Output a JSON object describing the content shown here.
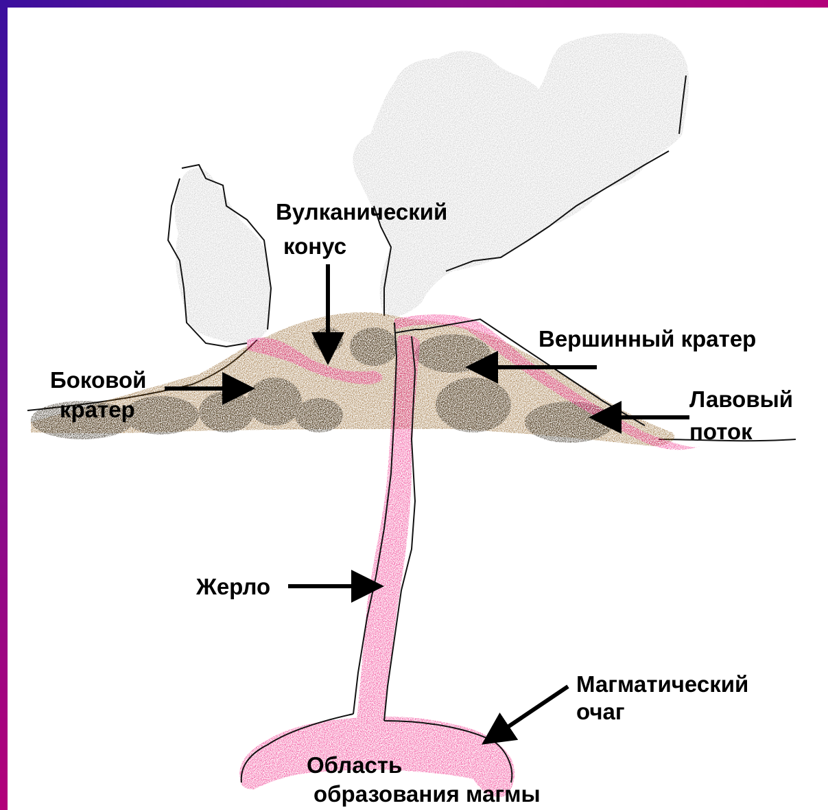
{
  "labels": {
    "cone_line1": "Вулканический",
    "cone_line2": "конус",
    "summit_crater": "Вершинный кратер",
    "side_crater_line1": "Боковой",
    "side_crater_line2": "кратер",
    "lava_flow_line1": "Лавовый",
    "lava_flow_line2": "поток",
    "vent": "Жерло",
    "magma_chamber_line1": "Магматический",
    "magma_chamber_line2": "очаг",
    "magma_zone_line1": "Область",
    "magma_zone_line2": "образования магмы"
  },
  "colors": {
    "frame_start": "#3a0f9e",
    "frame_end": "#b3007a",
    "smoke": "#c9c9c9",
    "cone_brown": "#8b5a1b",
    "dark_spots": "#1a1208",
    "magma": "#ee1f80",
    "arrow": "#000000"
  }
}
